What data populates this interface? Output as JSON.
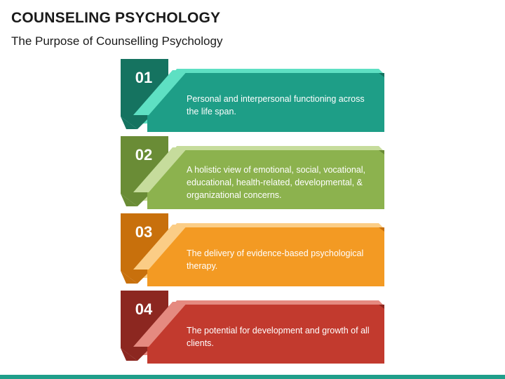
{
  "title": "COUNSELING PSYCHOLOGY",
  "subtitle": "The Purpose of Counselling Psychology",
  "items": [
    {
      "number": "01",
      "text": "Personal and interpersonal functioning across the life span.",
      "colors": {
        "main": "#1e9e87",
        "dark": "#157360",
        "light": "#5ee0c3"
      }
    },
    {
      "number": "02",
      "text": "A holistic view of emotional, social, vocational, educational, health-related, developmental, & organizational concerns.",
      "colors": {
        "main": "#8cb24e",
        "dark": "#6a8c36",
        "light": "#c6dc9c"
      }
    },
    {
      "number": "03",
      "text": "The delivery of evidence-based psychological therapy.",
      "colors": {
        "main": "#f39a23",
        "dark": "#c8700c",
        "light": "#fbcd86"
      }
    },
    {
      "number": "04",
      "text": "The potential for development and growth of all clients.",
      "colors": {
        "main": "#c23a2e",
        "dark": "#8c2720",
        "light": "#e58a80"
      }
    }
  ],
  "accent_color": "#1f9e8a"
}
